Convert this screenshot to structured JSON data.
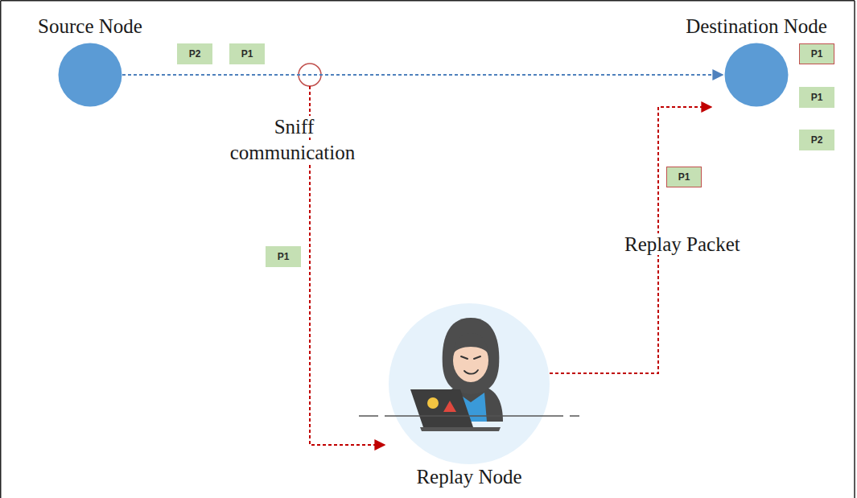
{
  "diagram": {
    "nodes": [
      {
        "text": [
          "Source Node"
        ]
      },
      {
        "text": [
          "P2"
        ]
      },
      {
        "text": [
          "P1"
        ]
      },
      {
        "text": [
          "Destination Node"
        ]
      },
      {
        "text": [
          "P1"
        ]
      },
      {
        "text": [
          "P1"
        ]
      },
      {
        "text": [
          "P2"
        ]
      },
      {
        "text": [
          "P1"
        ]
      },
      {
        "text": [
          "P1"
        ]
      },
      {
        "text": [
          "Replay Node"
        ]
      }
    ],
    "edges": [
      {
        "from": 0,
        "to": 3,
        "arrow": "to"
      },
      {
        "from": 9,
        "to": 3,
        "arrow": "to"
      }
    ],
    "labels": [
      "Sniff communication",
      "Replay Packet"
    ]
  }
}
